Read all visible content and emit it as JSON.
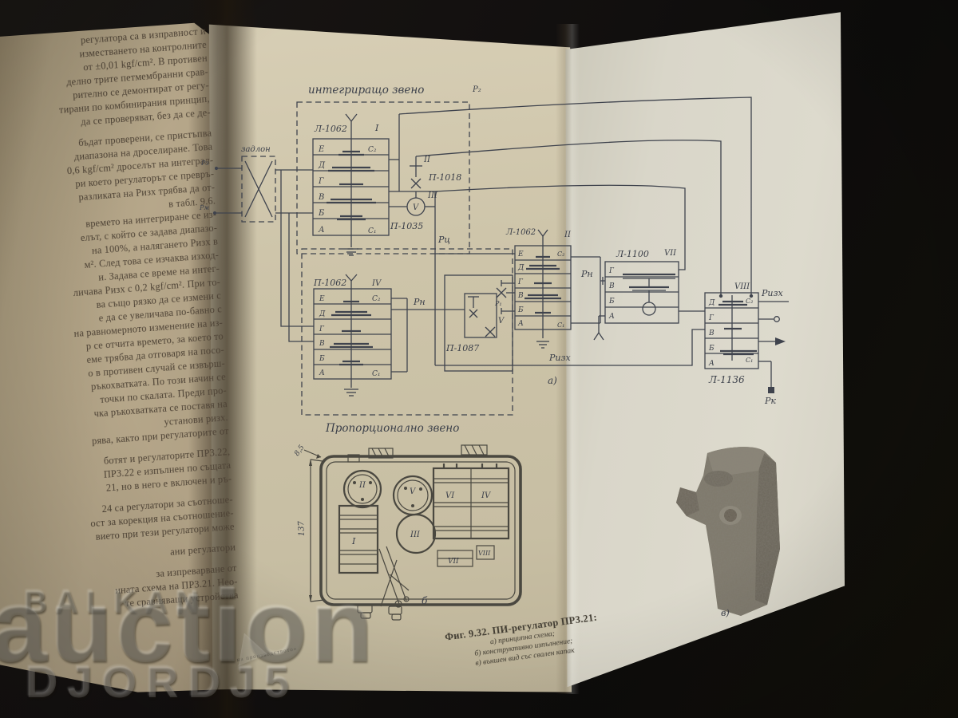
{
  "left_page": {
    "lines": [
      "регулатора са в изправност и",
      "изместването на контролните",
      "от ±0,01 kgf/cm². В противен",
      "делно трите петмембранни срав-",
      "рително се демонтират от регу-",
      "тирани по комбинирания принцип,",
      "да се проверяват, без да се де-",
      "",
      "бъдат проверени, се пристъпва",
      "диапазона на дроселиране. Това",
      "0,6 kgf/cm² дроселът на интеграл-",
      "ри което регулаторът се превръ-",
      "разликата на Ризх трябва да от-",
      "в табл. 9.6.",
      "времето на интегриране се из-",
      "елът, с който се задава диапазо-",
      "на 100%, а налягането Ризх в",
      "м². След това се изчаква изход-",
      "и. Задава се време на интег-",
      "личава Ризх с 0,2 kgf/cm². При то-",
      "ва също рязко да се измени с",
      "е да се увеличава по-бавно с",
      "на равномерното изменение на из-",
      "р се отчита времето, за което то",
      "еме трябва да отговаря на посо-",
      "о в противен случай се извърш-",
      "ръкохватката. По този начин се",
      "точки по скалата. Преди про-",
      "чка ръкохватката се поставя на",
      "установи ризх.",
      "рява, както при регулаторите от",
      "",
      "ботят и регулаторите ПР3.22,",
      "ПР3.22 е изпълнен по същата",
      "21, но в него е включен и ръ-",
      "",
      "24 са регулатори за съотноше-",
      "ост за корекция на съотношение-",
      "вието при тези регулатори може",
      "",
      "ани регулатори",
      "",
      "за изпреварване от",
      "ината схема на ПР3.21. Нео-",
      "те сравняващи устройства"
    ]
  },
  "caption": {
    "title": "Фиг. 9.32. ПИ-регулатор ПР3.21:",
    "a": "а) принципна схема;",
    "b": "б) конструктивно изпълнение;",
    "c": "в) външен вид със свален капак"
  },
  "schematic": {
    "integrating_title": "интегриращо звено",
    "proportional_title": "Пропорционално звено",
    "selector_label": "задлон",
    "input1": "Рз",
    "input2": "Рм",
    "p2": "Р₂",
    "rc": "Рц",
    "rn1": "Рн",
    "rn2": "Рн",
    "r_izh_line": "Ризх",
    "r_izh_out": "Ризх",
    "rk": "Рк",
    "a_label": "а)",
    "block1": {
      "label": "Л-1062",
      "num": "I",
      "rows": [
        "Е",
        "Д",
        "Г",
        "В",
        "Б",
        "А"
      ],
      "c2": "С₂",
      "c1": "С₁"
    },
    "valve2": {
      "label": "П-1018",
      "num": "II"
    },
    "gauge3": {
      "label": "П-1035",
      "num": "III",
      "v": "V"
    },
    "block2": {
      "label": "Л-1062",
      "num": "II",
      "rows": [
        "Е",
        "Д",
        "Г",
        "В",
        "Б",
        "А"
      ],
      "c2": "С₂",
      "c1": "С₁"
    },
    "block7": {
      "label": "Л-1100",
      "num": "VII",
      "rows": [
        "Г",
        "В",
        "Б",
        "А"
      ]
    },
    "block8": {
      "label": "Л-1136",
      "num": "VIII",
      "rows": [
        "Д",
        "Г",
        "В",
        "Б",
        "А"
      ],
      "c2": "С₂",
      "c1": "С₁"
    },
    "block4": {
      "label": "П-1062",
      "num": "IV",
      "rows": [
        "Е",
        "Д",
        "Г",
        "В",
        "Б",
        "А"
      ],
      "c2": "С₂",
      "c1": "С₁"
    },
    "p1087": {
      "label": "П-1087",
      "num": "V",
      "r1": "Р₁"
    }
  },
  "construction": {
    "dim_top": "8,5",
    "dim_height": "137",
    "b_label": "б",
    "units": [
      "I",
      "II",
      "III",
      "IV",
      "V",
      "VI",
      "VII",
      "VIII"
    ]
  },
  "photo_label": "в)",
  "watermark": {
    "line1": "BALKAN",
    "line2": "auction",
    "line3": "DJORDJ5",
    "side_note": "на производството»"
  }
}
